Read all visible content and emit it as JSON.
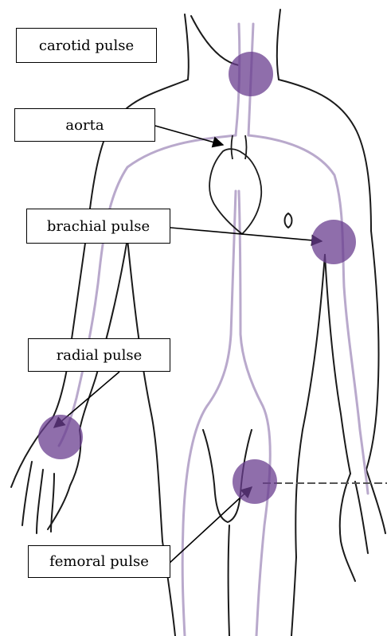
{
  "labels": {
    "carotid": "carotid pulse",
    "aorta": "aorta",
    "brachial": "brachial pulse",
    "radial": "radial pulse",
    "femoral": "femoral pulse"
  },
  "colors": {
    "pulse_marker": "#6a3d8f",
    "vessel": "#b9a9cc",
    "outline": "#1a1a1a",
    "arrow": "#000000"
  }
}
